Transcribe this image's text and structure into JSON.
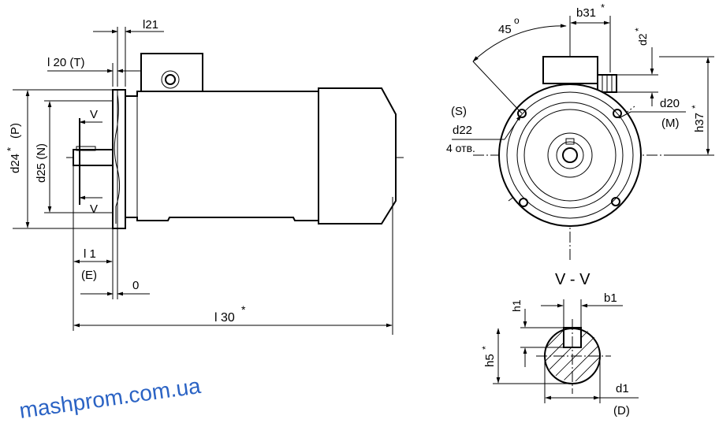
{
  "side_view": {
    "l21": "l21",
    "l20": "l 20 (T)",
    "d24": "d24",
    "d24_star": "*",
    "d24_p": "(P)",
    "d25": "d25 (N)",
    "section_mark": "V",
    "l1": "l 1",
    "l1_e": "(E)",
    "zero": "0",
    "l30": "l 30",
    "l30_star": "*"
  },
  "front_view": {
    "angle": "45",
    "angle_unit": "o",
    "b31": "b31",
    "b31_star": "*",
    "d2": "d2",
    "d2_star": "*",
    "h37": "h37",
    "h37_star": "*",
    "s": "(S)",
    "d22": "d22",
    "holes": "4 отв.",
    "d20": "d20",
    "m": "(M)"
  },
  "section_view": {
    "title": "V - V",
    "h1": "h1",
    "b1": "b1",
    "h5": "h5",
    "h5_star": "*",
    "d1": "d1",
    "d1_d": "(D)"
  },
  "watermark": "mashprom.com.ua",
  "colors": {
    "line": "#000000",
    "watermark": "#2b63c4",
    "background": "#ffffff"
  }
}
